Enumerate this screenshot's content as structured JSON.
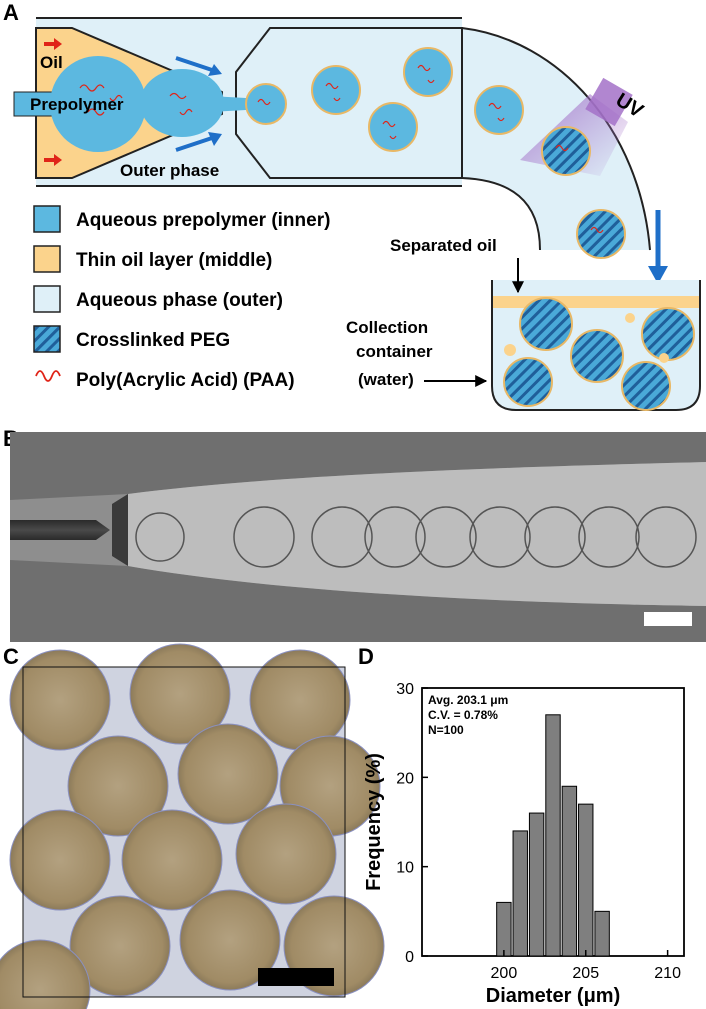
{
  "panels": {
    "a": "A",
    "b": "B",
    "c": "C",
    "d": "D"
  },
  "schematic": {
    "oil": "Oil",
    "prepolymer": "Prepolymer",
    "outer_phase": "Outer phase",
    "uv": "UV",
    "separated_oil": "Separated oil",
    "collection_line1": "Collection",
    "collection_line2": "container",
    "collection_line3": "(water)"
  },
  "legend": [
    {
      "label": "Aqueous prepolymer (inner)",
      "swatch": "#5cb8e0"
    },
    {
      "label": "Thin oil layer (middle)",
      "swatch": "#fbd38c"
    },
    {
      "label": "Aqueous phase (outer)",
      "swatch": "#dff0f8"
    },
    {
      "label": "Crosslinked PEG",
      "swatch": "hatched-blue"
    },
    {
      "label": "Poly(Acrylic Acid) (PAA)",
      "swatch": "red-squiggle-icon"
    }
  ],
  "colors": {
    "inner": "#5cb8e0",
    "oil": "#fbd38c",
    "outer": "#dff0f8",
    "arrow_blue": "#1f6fc8",
    "arrow_red": "#e02418",
    "uv": "#a371c8",
    "bar": "#7f7f7f"
  },
  "chart_data": {
    "type": "bar",
    "xlabel": "Diameter (μm)",
    "ylabel": "Frequency (%)",
    "xlim": [
      195,
      211
    ],
    "ylim": [
      0,
      30
    ],
    "xticks": [
      200,
      205,
      210
    ],
    "yticks": [
      0,
      10,
      20,
      30
    ],
    "bin_width": 1,
    "x": [
      200,
      201,
      202,
      203,
      204,
      205,
      206
    ],
    "values": [
      6,
      14,
      16,
      27,
      19,
      17,
      5
    ],
    "annotations": [
      "Avg. 203.1 μm",
      "C.V. = 0.78%",
      "N=100"
    ]
  }
}
